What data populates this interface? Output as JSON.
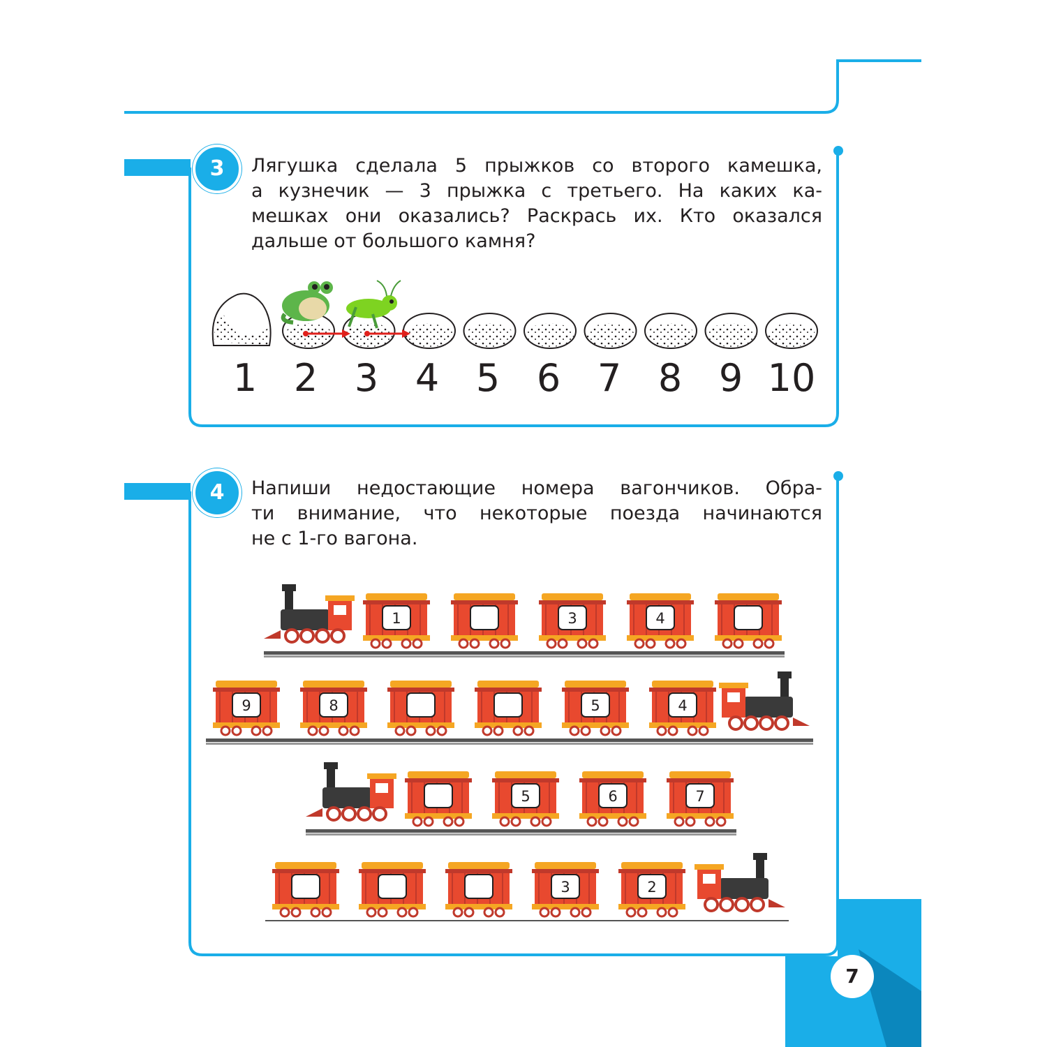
{
  "task3": {
    "number": "3",
    "lines": [
      "Лягушка сделала 5 прыжков со второго камешка,",
      "а кузнечик — 3 прыжка с третьего. На каких ка-",
      "мешках они оказались? Раскрась их. Кто оказался",
      "дальше от большого камня?"
    ],
    "stone_numbers": [
      "1",
      "2",
      "3",
      "4",
      "5",
      "6",
      "7",
      "8",
      "9",
      "10"
    ]
  },
  "task4": {
    "number": "4",
    "lines": [
      "Напиши недостающие номера вагончиков. Обра-",
      "ти внимание, что некоторые поезда начинаются",
      "не с 1-го вагона."
    ],
    "trains": [
      {
        "direction": "right",
        "cars": [
          "1",
          "",
          "3",
          "4",
          ""
        ]
      },
      {
        "direction": "left",
        "cars": [
          "9",
          "8",
          "",
          "",
          "5",
          "4"
        ]
      },
      {
        "direction": "right",
        "cars": [
          "",
          "5",
          "6",
          "7"
        ]
      },
      {
        "direction": "left",
        "cars": [
          "",
          "",
          "",
          "3",
          "2"
        ]
      }
    ]
  },
  "page_number": "7",
  "colors": {
    "accent": "#1aaee8",
    "accent_dark": "#0a8fc7",
    "car_body": "#e8492f",
    "car_roof": "#f5a623",
    "text": "#231f20"
  }
}
